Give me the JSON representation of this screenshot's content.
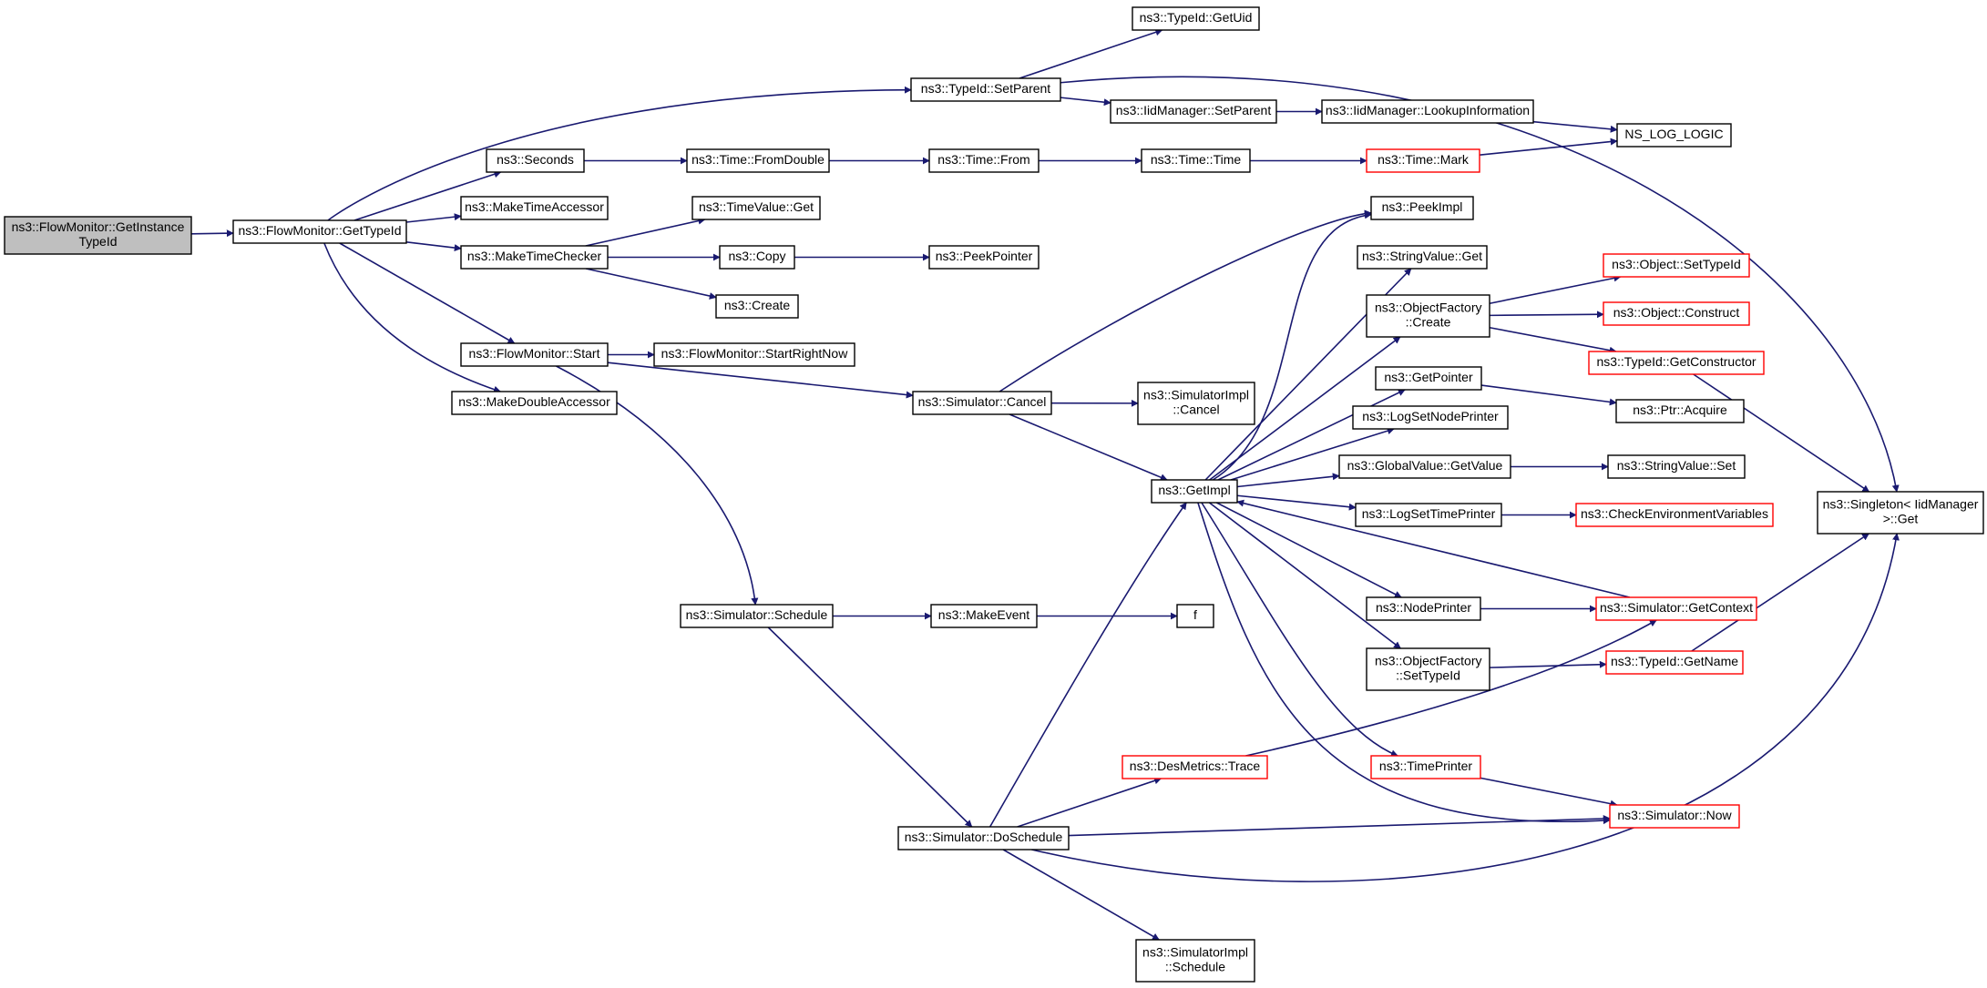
{
  "colors": {
    "edge": "#191970",
    "node_border": "#000000",
    "truncated_border": "#ff0000",
    "root_fill": "#bfbfbf",
    "node_fill": "#ffffff"
  },
  "nodes": {
    "root": [
      "ns3::FlowMonitor::GetInstance",
      "TypeId"
    ],
    "gettypeid": [
      "ns3::FlowMonitor::GetTypeId"
    ],
    "setparent": [
      "ns3::TypeId::SetParent"
    ],
    "getuid": [
      "ns3::TypeId::GetUid"
    ],
    "iidsetparent": [
      "ns3::IidManager::SetParent"
    ],
    "lookup": [
      "ns3::IidManager::LookupInformation"
    ],
    "nslog": [
      "NS_LOG_LOGIC"
    ],
    "seconds": [
      "ns3::Seconds"
    ],
    "fromdouble": [
      "ns3::Time::FromDouble"
    ],
    "timefrom": [
      "ns3::Time::From"
    ],
    "timetime": [
      "ns3::Time::Time"
    ],
    "timemark": [
      "ns3::Time::Mark"
    ],
    "maketimeaccessor": [
      "ns3::MakeTimeAccessor"
    ],
    "timevalueget": [
      "ns3::TimeValue::Get"
    ],
    "maketimechecker": [
      "ns3::MakeTimeChecker"
    ],
    "copy": [
      "ns3::Copy"
    ],
    "peekpointer": [
      "ns3::PeekPointer"
    ],
    "create": [
      "ns3::Create"
    ],
    "fmstart": [
      "ns3::FlowMonitor::Start"
    ],
    "startrightnow": [
      "ns3::FlowMonitor::StartRightNow"
    ],
    "makedoubleaccessor": [
      "ns3::MakeDoubleAccessor"
    ],
    "simcancel": [
      "ns3::Simulator::Cancel"
    ],
    "simimplcancel": [
      "ns3::SimulatorImpl",
      "::Cancel"
    ],
    "getimpl": [
      "ns3::GetImpl"
    ],
    "peekimpl": [
      "ns3::PeekImpl"
    ],
    "stringvalueget": [
      "ns3::StringValue::Get"
    ],
    "objfactorycreate": [
      "ns3::ObjectFactory",
      "::Create"
    ],
    "objsettypeid": [
      "ns3::Object::SetTypeId"
    ],
    "objconstruct": [
      "ns3::Object::Construct"
    ],
    "getconstructor": [
      "ns3::TypeId::GetConstructor"
    ],
    "getpointer": [
      "ns3::GetPointer"
    ],
    "ptracquire": [
      "ns3::Ptr::Acquire"
    ],
    "logsetnodeprinter": [
      "ns3::LogSetNodePrinter"
    ],
    "globalgetvalue": [
      "ns3::GlobalValue::GetValue"
    ],
    "stringvalueset": [
      "ns3::StringValue::Set"
    ],
    "logsettimeprinter": [
      "ns3::LogSetTimePrinter"
    ],
    "checkenv": [
      "ns3::CheckEnvironmentVariables"
    ],
    "singleton": [
      "ns3::Singleton< IidManager",
      " >::Get"
    ],
    "nodeprinter": [
      "ns3::NodePrinter"
    ],
    "simgetcontext": [
      "ns3::Simulator::GetContext"
    ],
    "objfactorysettypeid": [
      "ns3::ObjectFactory",
      "::SetTypeId"
    ],
    "typeidgetname": [
      "ns3::TypeId::GetName"
    ],
    "simschedule": [
      "ns3::Simulator::Schedule"
    ],
    "makeevent": [
      "ns3::MakeEvent"
    ],
    "f": [
      "f"
    ],
    "desmetrics": [
      "ns3::DesMetrics::Trace"
    ],
    "timeprinter": [
      "ns3::TimePrinter"
    ],
    "simnow": [
      "ns3::Simulator::Now"
    ],
    "simdoschedule": [
      "ns3::Simulator::DoSchedule"
    ],
    "simimplschedule": [
      "ns3::SimulatorImpl",
      "::Schedule"
    ]
  }
}
